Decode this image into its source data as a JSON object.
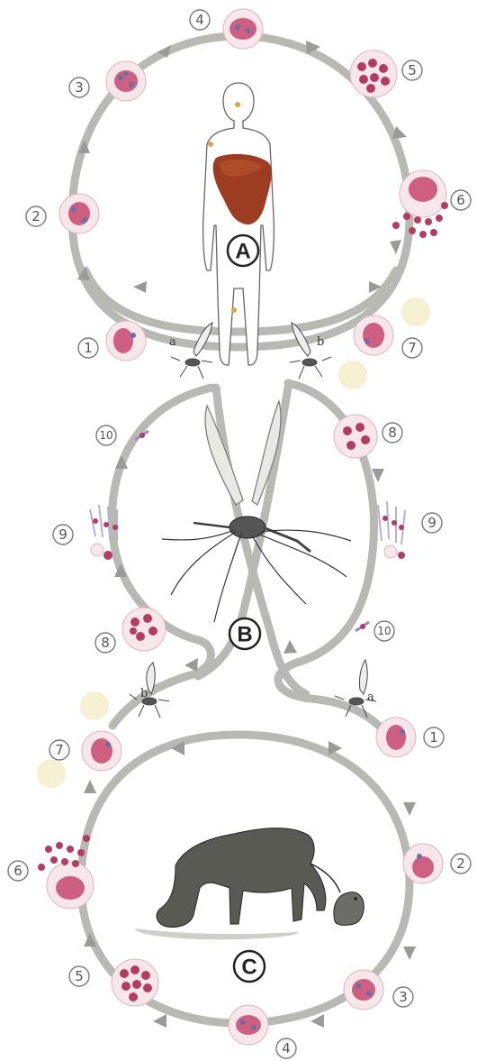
{
  "labels": {
    "A": "A",
    "B": "B",
    "C": "C"
  },
  "mosquito_labels": {
    "top_left": "a",
    "top_right": "b",
    "bottom_left": "b",
    "bottom_right": "a"
  },
  "human_cycle": {
    "stages": [
      "1",
      "2",
      "3",
      "4",
      "5",
      "6",
      "7"
    ]
  },
  "vector_cycle": {
    "left_stages": [
      "8",
      "9",
      "10"
    ],
    "right_stages": [
      "8",
      "9",
      "10"
    ]
  },
  "animal_cycle": {
    "stages": [
      "1",
      "2",
      "3",
      "4",
      "5",
      "6",
      "7"
    ]
  },
  "icons": {
    "human": "human-silhouette-icon",
    "liver": "liver-icon",
    "mosquito": "mosquito-icon",
    "dog": "dog-icon",
    "rodent": "rodent-icon"
  },
  "colors": {
    "track": "#b9b9b4",
    "cell": "#cf5f80",
    "liver": "#9c3d22"
  }
}
